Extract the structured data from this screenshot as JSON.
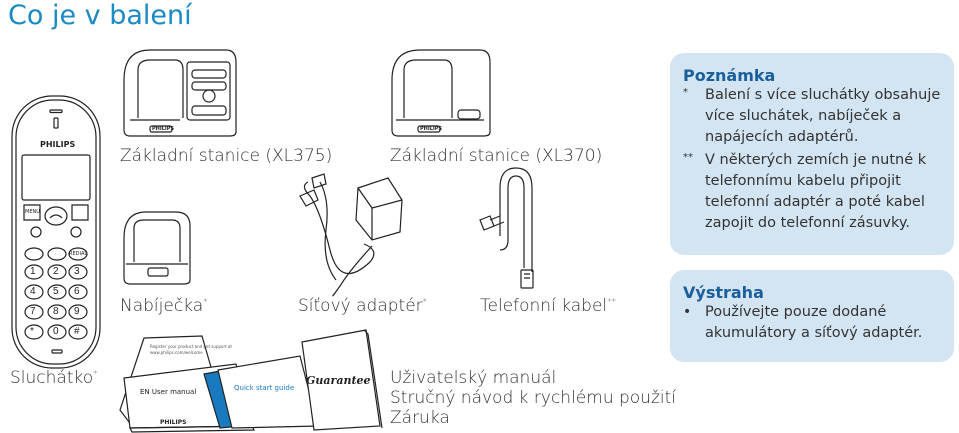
{
  "page": {
    "title": "Co je v balení"
  },
  "items": {
    "handset": {
      "label": "Sluchátko",
      "mark": "*",
      "brand": "PHILIPS"
    },
    "base_xl375": {
      "label": "Základní stanice (XL375)",
      "brand": "PHILIPS"
    },
    "base_xl370": {
      "label": "Základní stanice (XL370)",
      "brand": "PHILIPS"
    },
    "charger": {
      "label": "Nabíječka",
      "mark": "*"
    },
    "adapter": {
      "label": "Síťový adaptér",
      "mark": "*"
    },
    "cable": {
      "label": "Telefonní kabel",
      "mark": "**"
    },
    "docs": {
      "lines": [
        "Uživatelský manuál",
        "Stručný návod k rychlému použití",
        "Záruka"
      ],
      "user_manual_label": "EN  User manual",
      "quick_start_label": "Quick start guide",
      "guarantee_label": "Guarantee",
      "brand": "PHILIPS",
      "register_text": "Register your product and get support at",
      "register_url": "www.philips.com/welcome"
    }
  },
  "note": {
    "heading": "Poznámka",
    "entries": [
      {
        "mark": "*",
        "text": "Balení s více sluchátky obsahuje více sluchátek, nabíječek a napájecích adaptérů."
      },
      {
        "mark": "**",
        "text": "V některých zemích je nutné k telefonnímu kabelu připojit telefonní adaptér a poté kabel zapojit do telefonní zásuvky."
      }
    ]
  },
  "warning": {
    "heading": "Výstraha",
    "bullet": "•",
    "text": "Používejte pouze dodané akumulátory a síťový adaptér."
  },
  "keypad": {
    "keys": [
      "1",
      "2",
      "3",
      "4",
      "5",
      "6",
      "7",
      "8",
      "9",
      "*",
      "0",
      "#"
    ],
    "menu_label": "MENU",
    "redial_label": "REDIAL"
  }
}
